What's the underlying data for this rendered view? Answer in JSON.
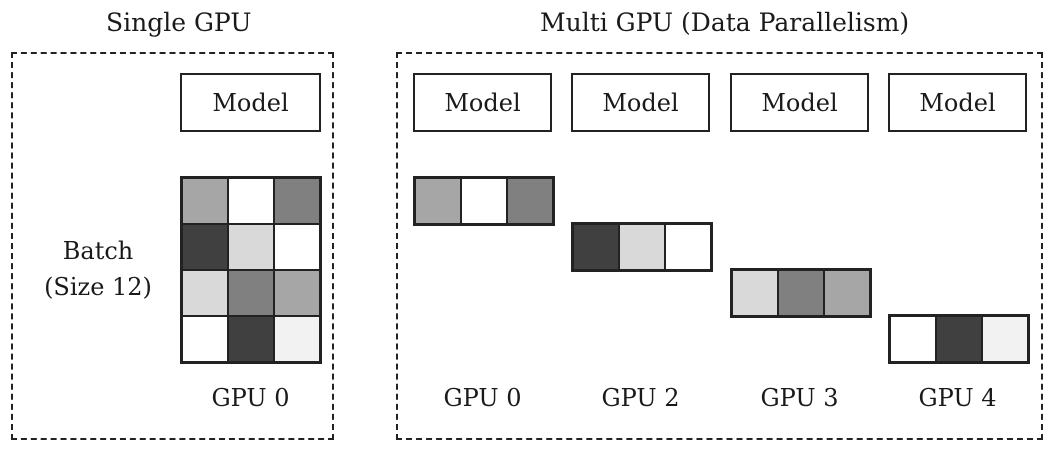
{
  "single": {
    "title": "Single GPU",
    "model_label": "Model",
    "batch_label_line1": "Batch",
    "batch_label_line2": "(Size 12)",
    "gpu_label": "GPU 0",
    "grid": [
      [
        "#a6a6a6",
        "#ffffff",
        "#808080"
      ],
      [
        "#404040",
        "#d9d9d9",
        "#ffffff"
      ],
      [
        "#d9d9d9",
        "#808080",
        "#a6a6a6"
      ],
      [
        "#ffffff",
        "#404040",
        "#f2f2f2"
      ]
    ]
  },
  "multi": {
    "title": "Multi GPU (Data Parallelism)",
    "gpus": [
      {
        "model_label": "Model",
        "gpu_label": "GPU 0",
        "cells": [
          "#a6a6a6",
          "#ffffff",
          "#808080"
        ]
      },
      {
        "model_label": "Model",
        "gpu_label": "GPU 2",
        "cells": [
          "#404040",
          "#d9d9d9",
          "#ffffff"
        ]
      },
      {
        "model_label": "Model",
        "gpu_label": "GPU 3",
        "cells": [
          "#d9d9d9",
          "#808080",
          "#a6a6a6"
        ]
      },
      {
        "model_label": "Model",
        "gpu_label": "GPU 4",
        "cells": [
          "#ffffff",
          "#404040",
          "#f2f2f2"
        ]
      }
    ]
  }
}
